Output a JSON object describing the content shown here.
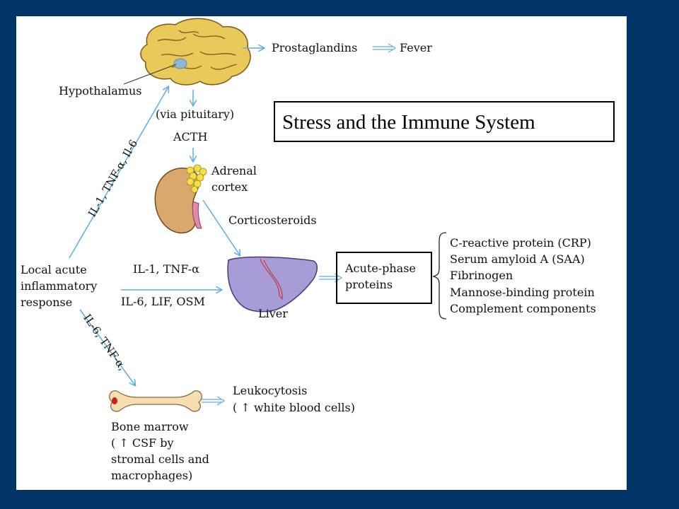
{
  "title": "Stress and the Immune System",
  "colors": {
    "background": "#003366",
    "panel": "#ffffff",
    "arrow": "#5aaee6",
    "brain": "#e8c95a",
    "kidney": "#d9a86c",
    "liver": "#a99bd6",
    "bone": "#f7deb0"
  },
  "labels": {
    "hypothalamus": "Hypothalamus",
    "prostaglandins": "Prostaglandins",
    "fever": "Fever",
    "via_pituitary": "(via pituitary)",
    "acth": "ACTH",
    "adrenal": "Adrenal",
    "cortex": "cortex",
    "corticosteroids": "Corticosteroids",
    "local_1": "Local acute",
    "local_2": "inflammatory",
    "local_3": "response",
    "il1_tnf": "IL-1, TNF-α",
    "il6_lif_osm": "IL-6, LIF, OSM",
    "liver": "Liver",
    "acute_phase_1": "Acute-phase",
    "acute_phase_2": "proteins",
    "diag_up": "IL-1, TNF-α, Il-6",
    "diag_down": "IL-6, TNF-α,",
    "leukocytosis": "Leukocytosis",
    "white_cells": "( ↑  white blood cells)",
    "bone_1": "Bone marrow",
    "bone_2": "( ↑  CSF by",
    "bone_3": "stromal cells and",
    "bone_4": "macrophages)"
  },
  "proteins": [
    "C-reactive protein (CRP)",
    "Serum amyloid A (SAA)",
    "Fibrinogen",
    "Mannose-binding protein",
    "Complement components"
  ]
}
